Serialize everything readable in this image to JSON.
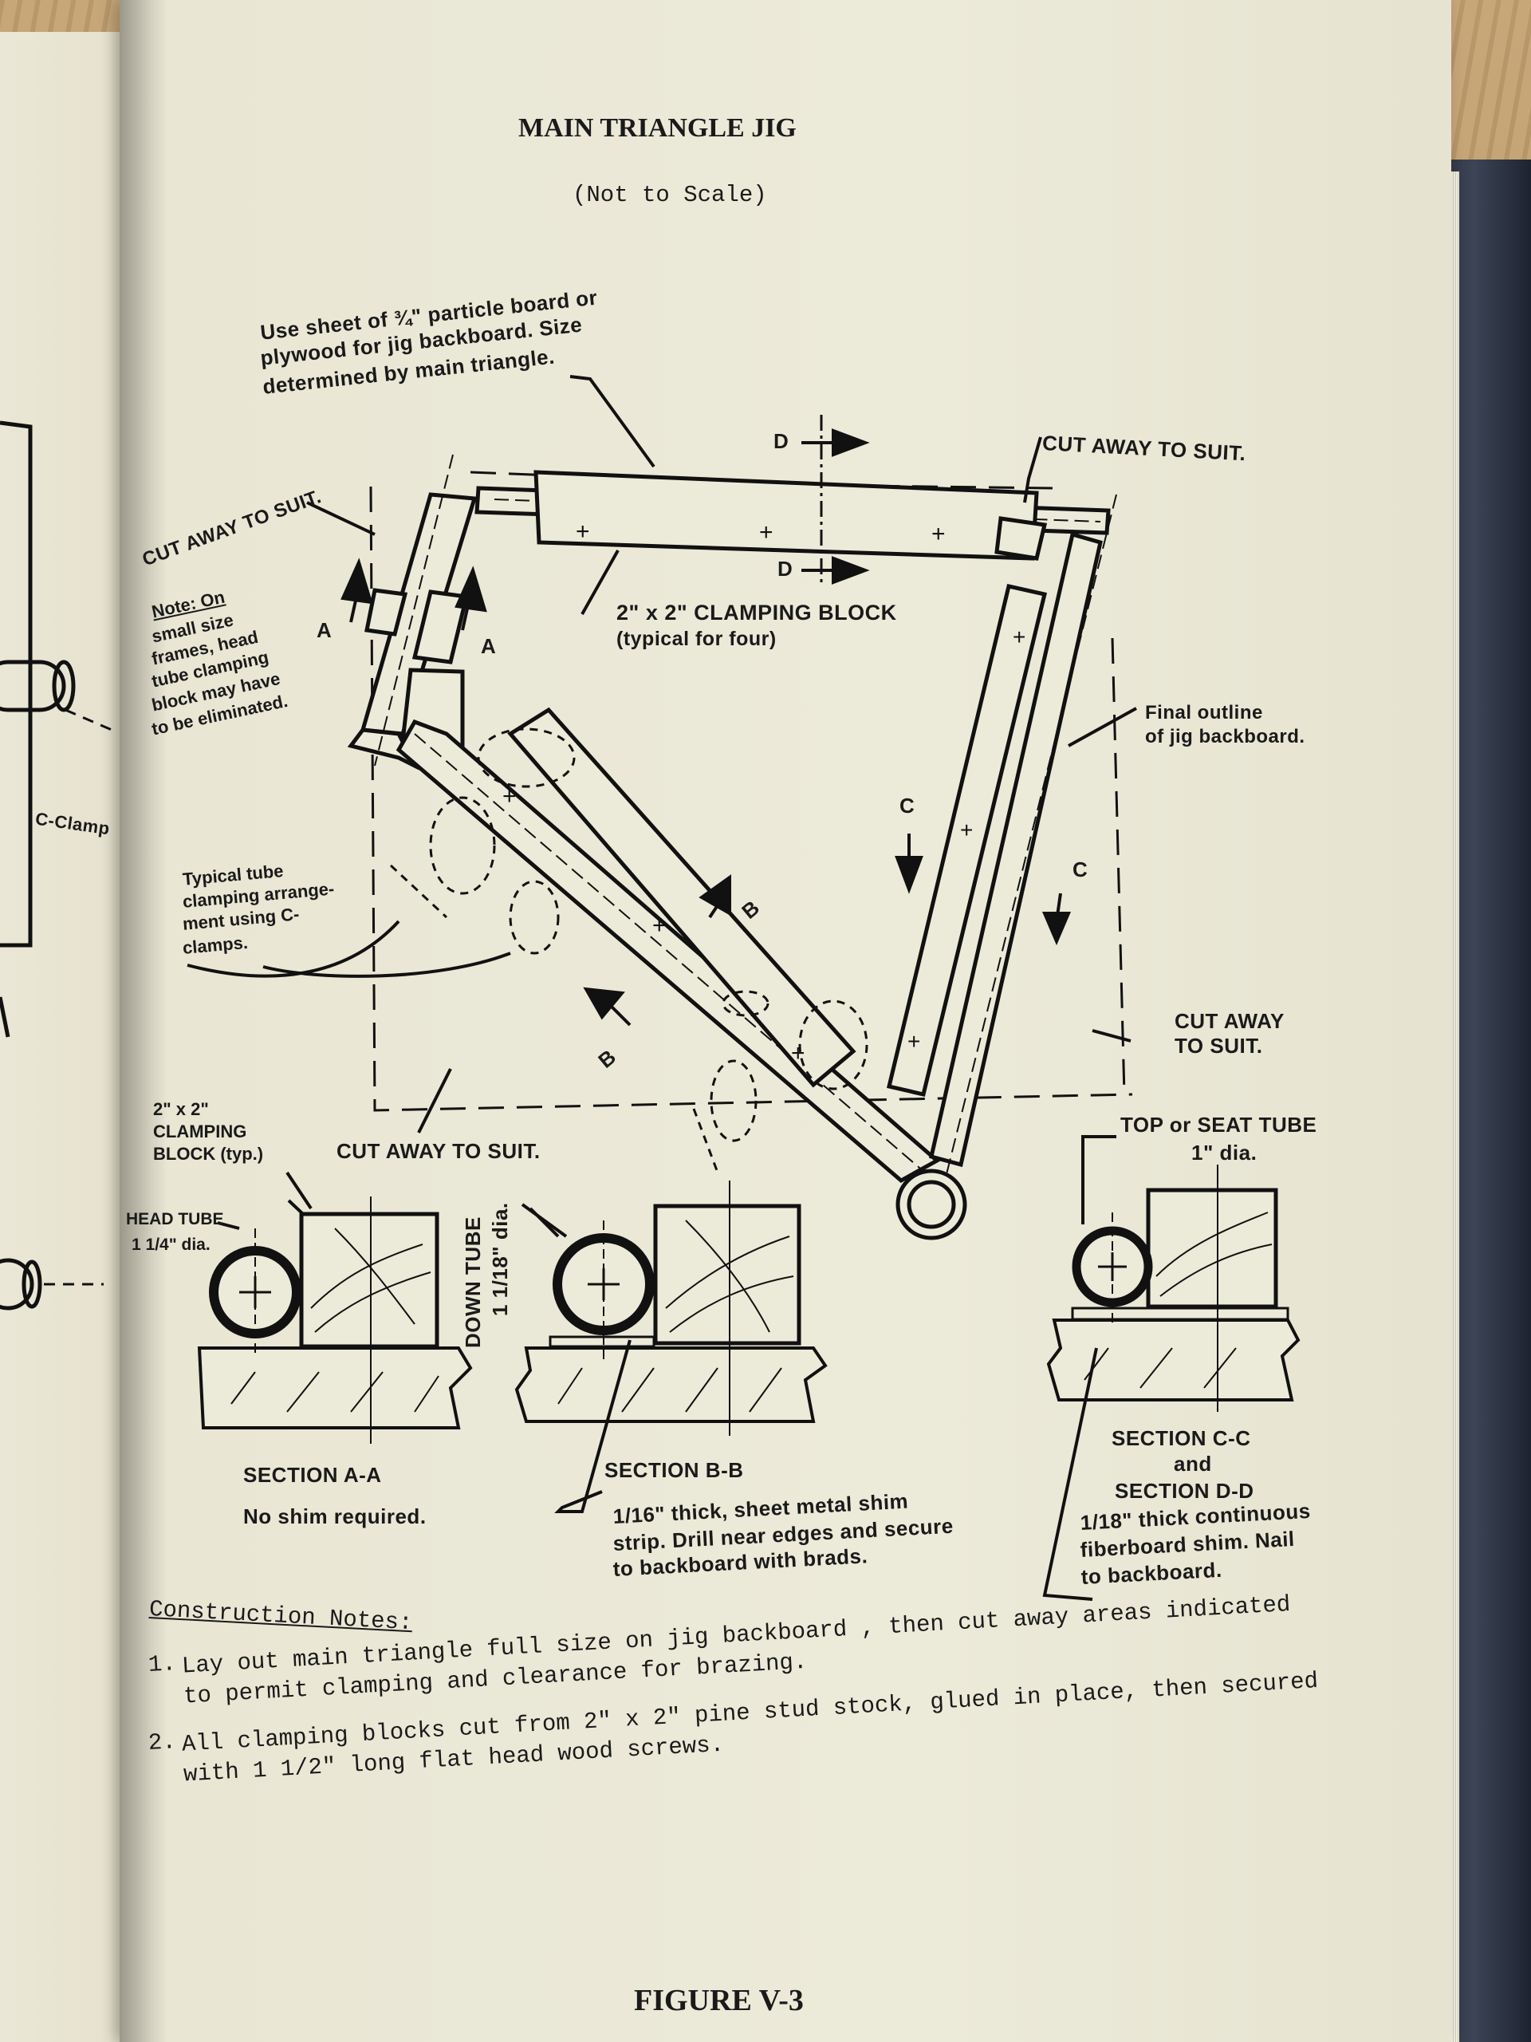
{
  "page": {
    "title": "MAIN TRIANGLE JIG",
    "subtitle": "(Not to Scale)",
    "figure_caption": "FIGURE V-3"
  },
  "left_page": {
    "c_clamp_label": "C-Clamp"
  },
  "callouts": {
    "backboard_1": "Use sheet of ¾\" particle board or",
    "backboard_2": "plywood for jig backboard.  Size",
    "backboard_3": "determined by main triangle.",
    "cut_away_top_left": "CUT AWAY TO SUIT.",
    "cut_away_top_right": "CUT AWAY TO SUIT.",
    "cut_away_bottom": "CUT AWAY TO SUIT.",
    "cut_away_right_1": "CUT AWAY",
    "cut_away_right_2": "TO SUIT.",
    "clamping_block_1": "2\" x 2\" CLAMPING BLOCK",
    "clamping_block_2": "(typical for four)",
    "note_1": "Note: On",
    "note_2": "small size",
    "note_3": "frames, head",
    "note_4": "tube clamping",
    "note_5": "block may have",
    "note_6": "to be eliminated.",
    "final_outline_1": "Final outline",
    "final_outline_2": "of jig backboard.",
    "typical_tube_1": "Typical tube",
    "typical_tube_2": "clamping arrange-",
    "typical_tube_3": "ment using C-",
    "typical_tube_4": "clamps.",
    "block_typ_1": "2\" x 2\"",
    "block_typ_2": "CLAMPING",
    "block_typ_3": "BLOCK (typ.)"
  },
  "section_marks": {
    "a": "A",
    "b": "B",
    "c": "C",
    "d": "D"
  },
  "sections": {
    "aa": {
      "tube_label_1": "HEAD TUBE",
      "tube_label_2": "1 1/4\" dia.",
      "title": "SECTION A-A",
      "note": "No shim required."
    },
    "bb": {
      "tube_label_1": "DOWN TUBE",
      "tube_label_2": "1 1/18\" dia.",
      "title": "SECTION B-B",
      "note_1": "1/16\" thick, sheet metal shim",
      "note_2": "strip.  Drill near edges and secure",
      "note_3": "to backboard with brads."
    },
    "cc": {
      "tube_label_1": "TOP or SEAT TUBE",
      "tube_label_2": "1\" dia.",
      "title_1": "SECTION C-C",
      "title_2": "and",
      "title_3": "SECTION D-D",
      "note_1": "1/18\" thick continuous",
      "note_2": "fiberboard shim.  Nail",
      "note_3": "to backboard."
    }
  },
  "construction_notes": {
    "heading": "Construction Notes:",
    "n1_num": "1.",
    "n1_a": "Lay out main triangle full size on jig backboard , then cut away areas indicated",
    "n1_b": "to permit clamping and clearance for brazing.",
    "n2_num": "2.",
    "n2_a": "All clamping blocks cut from 2\" x 2\" pine stud stock, glued in place, then secured",
    "n2_b": "with 1 1/2\" long flat head wood screws."
  }
}
